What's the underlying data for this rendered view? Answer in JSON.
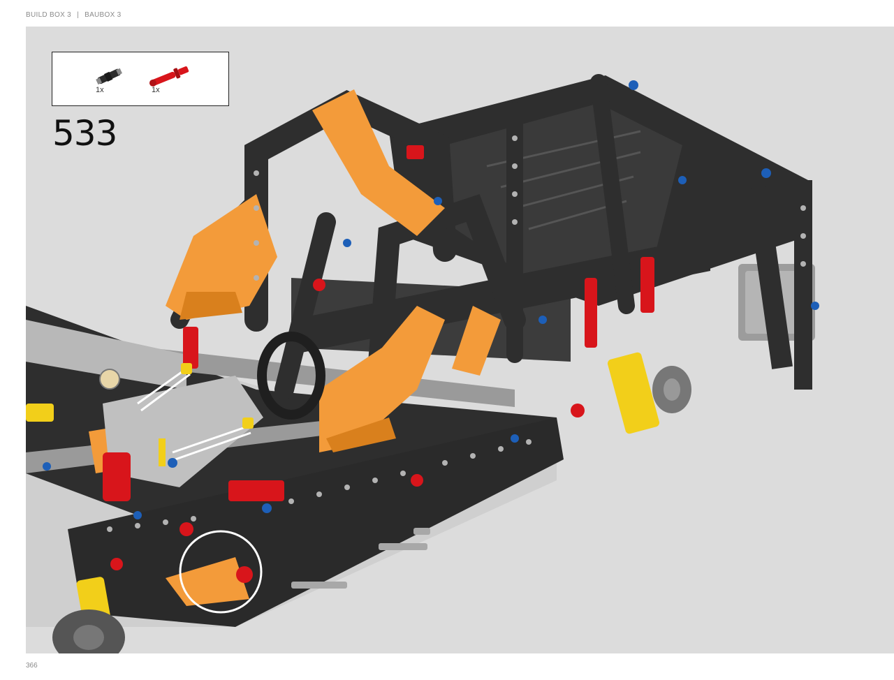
{
  "header": {
    "left": "BUILD BOX 3",
    "separator": "|",
    "right": "BAUBOX 3"
  },
  "parts_list": {
    "items": [
      {
        "name": "black-axle-connector",
        "qty": "1x",
        "color": "#2b2b2b"
      },
      {
        "name": "red-friction-pin-with-axle",
        "qty": "1x",
        "color": "#d8151b"
      }
    ]
  },
  "step": {
    "number": "533"
  },
  "model": {
    "colors": {
      "frame": "#2e2e2e",
      "beam_light": "#9a9a9a",
      "orange": "#f39b3a",
      "red": "#d8151b",
      "yellow": "#f2cf1a",
      "blue": "#1d5fb8",
      "background": "#dcdcdc"
    },
    "callout_circle": "white-circle-highlight"
  },
  "footer": {
    "page_number": "366"
  }
}
